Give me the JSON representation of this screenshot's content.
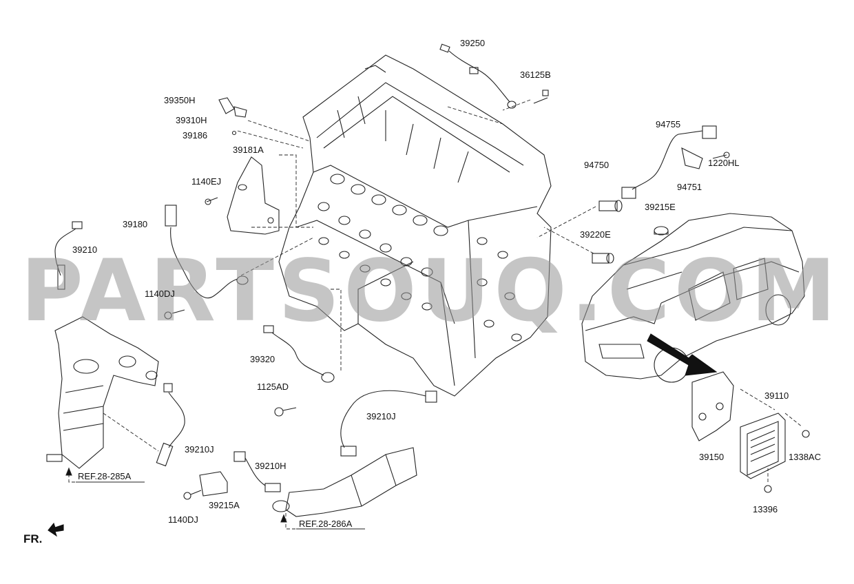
{
  "watermark": "PARTSOUQ.COM",
  "direction_label": "FR.",
  "references": {
    "ref_285a": "REF.28-285A",
    "ref_286a": "REF.28-286A"
  },
  "part_numbers": {
    "p39250": "39250",
    "p36125B": "36125B",
    "p39350H": "39350H",
    "p39310H": "39310H",
    "p39186": "39186",
    "p39181A": "39181A",
    "p1140EJ": "1140EJ",
    "p39180": "39180",
    "p39210": "39210",
    "p1140DJ_top": "1140DJ",
    "p39320": "39320",
    "p1125AD": "1125AD",
    "p39210J_center": "39210J",
    "p39210J_left": "39210J",
    "p39210H": "39210H",
    "p39215A": "39215A",
    "p1140DJ_bottom": "1140DJ",
    "p94755": "94755",
    "p94750": "94750",
    "p94751": "94751",
    "p1220HL": "1220HL",
    "p39215E": "39215E",
    "p39220E": "39220E",
    "p39110": "39110",
    "p39150": "39150",
    "p1338AC": "1338AC",
    "p13396": "13396"
  }
}
